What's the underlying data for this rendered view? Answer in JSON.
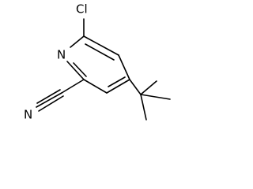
{
  "structure": {
    "atom_labels": {
      "chlorine": "Cl",
      "ring_nitrogen": "N",
      "nitrile_nitrogen": "N"
    }
  }
}
